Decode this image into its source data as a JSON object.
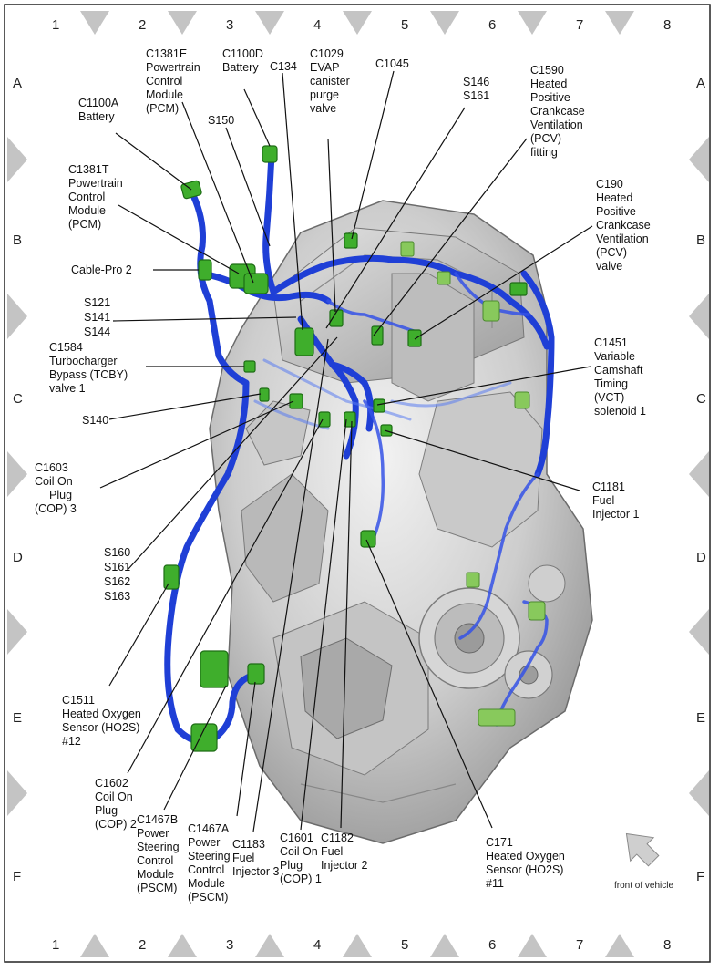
{
  "grid": {
    "columns": [
      "1",
      "2",
      "3",
      "4",
      "5",
      "6",
      "7",
      "8"
    ],
    "rows": [
      "A",
      "B",
      "C",
      "D",
      "E",
      "F"
    ]
  },
  "labels": {
    "c1100a": [
      "C1100A",
      "Battery"
    ],
    "c1381e": [
      "C1381E",
      "Powertrain",
      "Control",
      "Module",
      "(PCM)"
    ],
    "c1100d": [
      "C1100D",
      "Battery"
    ],
    "c134": [
      "C134"
    ],
    "c1029": [
      "C1029",
      "EVAP",
      "canister",
      "purge",
      "valve"
    ],
    "c1045": [
      "C1045"
    ],
    "s146_s161": [
      "S146",
      "S161"
    ],
    "c1590": [
      "C1590",
      "Heated",
      "Positive",
      "Crankcase",
      "Ventilation",
      "(PCV)",
      "fitting"
    ],
    "s150": [
      "S150"
    ],
    "c1381t": [
      "C1381T",
      "Powertrain",
      "Control",
      "Module",
      "(PCM)"
    ],
    "c190": [
      "C190",
      "Heated",
      "Positive",
      "Crankcase",
      "Ventilation",
      "(PCV)",
      "valve"
    ],
    "cable_pro": [
      "Cable-Pro 2"
    ],
    "s121_group": [
      "S121",
      "S141",
      "S144"
    ],
    "c1584": [
      "C1584",
      "Turbocharger",
      "Bypass (TCBY)",
      "valve 1"
    ],
    "c1451": [
      "C1451",
      "Variable",
      "Camshaft",
      "Timing",
      "(VCT)",
      "solenoid 1"
    ],
    "s140": [
      "S140"
    ],
    "c1603": [
      "C1603",
      "Coil On",
      "Plug",
      "(COP) 3"
    ],
    "c1181": [
      "C1181",
      "Fuel",
      "Injector 1"
    ],
    "s160_group": [
      "S160",
      "S161",
      "S162",
      "S163"
    ],
    "c1511": [
      "C1511",
      "Heated Oxygen",
      "Sensor (HO2S)",
      "#12"
    ],
    "c1602": [
      "C1602",
      "Coil On",
      "Plug",
      "(COP) 2"
    ],
    "c1467b": [
      "C1467B",
      "Power",
      "Steering",
      "Control",
      "Module",
      "(PSCM)"
    ],
    "c1467a": [
      "C1467A",
      "Power",
      "Steering",
      "Control",
      "Module",
      "(PSCM)"
    ],
    "c1183": [
      "C1183",
      "Fuel",
      "Injector 3"
    ],
    "c1601": [
      "C1601",
      "Coil On",
      "Plug",
      "(COP) 1"
    ],
    "c1182": [
      "C1182",
      "Fuel",
      "Injector 2"
    ],
    "c171": [
      "C171",
      "Heated Oxygen",
      "Sensor (HO2S)",
      "#11"
    ]
  },
  "front_indicator": {
    "label": "front of vehicle",
    "icon": "front-arrow-icon"
  },
  "colors": {
    "harness": "#1f3fd6",
    "connector": "#3fae2c",
    "engine": "#cfcfcf"
  }
}
